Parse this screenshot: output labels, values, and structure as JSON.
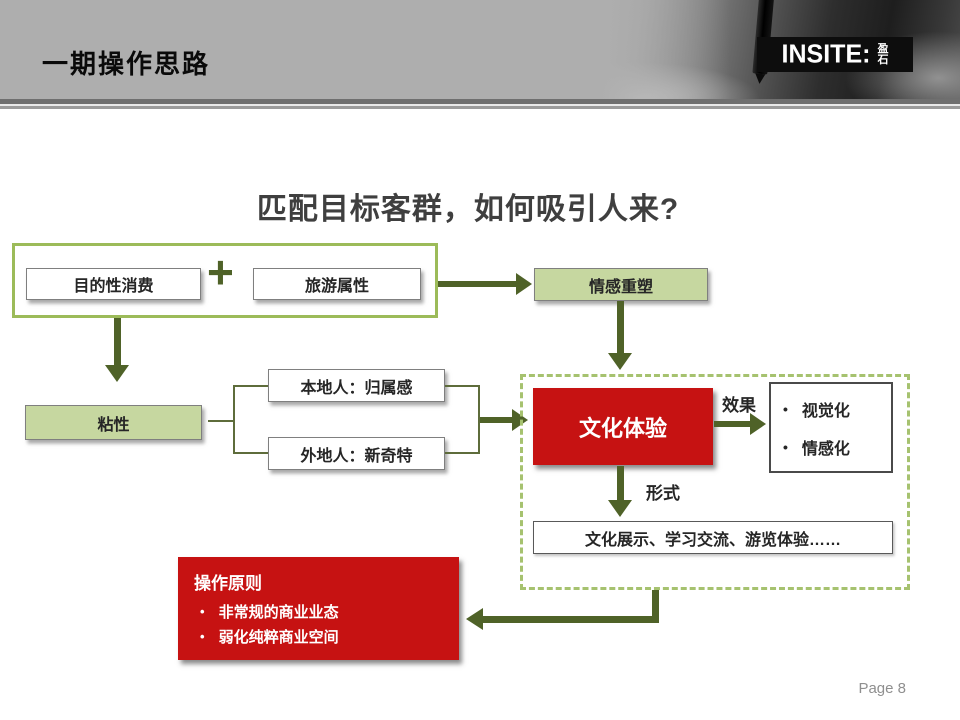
{
  "header": {
    "title": "一期操作思路",
    "logo_text": "INSITE:",
    "logo_side_top": "盈",
    "logo_side_bottom": "石"
  },
  "slide": {
    "question_title": "匹配目标客群，如何吸引人来?",
    "plus_sign": "+",
    "bullet_char": "•",
    "boxes": {
      "purpose": "目的性消费",
      "tourism": "旅游属性",
      "emotion": "情感重塑",
      "sticky": "粘性",
      "local": "本地人：归属感",
      "visitor": "外地人：新奇特",
      "culture": "文化体验",
      "effect_label": "效果",
      "effect_items": [
        "视觉化",
        "情感化"
      ],
      "form_label": "形式",
      "forms": "文化展示、学习交流、游览体验……",
      "principles_title": "操作原则",
      "principles_items": [
        "非常规的商业业态",
        "弱化纯粹商业空间"
      ]
    }
  },
  "footer": {
    "page_label": "Page 8"
  },
  "colors": {
    "dark_green": "#4F6228",
    "light_green_fill": "#C6D7A0",
    "green_border": "#9CBB59",
    "dashed_green": "#A6C26F",
    "red": "#C61212",
    "header_gray": "#AEAEAE"
  }
}
